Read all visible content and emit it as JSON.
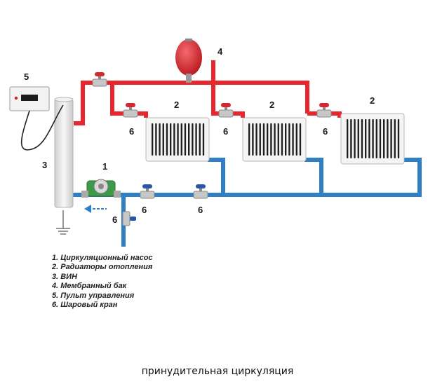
{
  "colors": {
    "hot_pipe": "#e8262d",
    "cold_pipe": "#2f7fc4",
    "tank": "#d42027",
    "valve_red": "#d7262c",
    "valve_blue": "#2856a8",
    "pump_green": "#3d9a48",
    "boiler": "#e6e6e6",
    "radiator": "#f4f4f4"
  },
  "labels": {
    "pump": "1",
    "radiator_1": "2",
    "radiator_2": "2",
    "radiator_3": "2",
    "boiler": "3",
    "tank": "4",
    "control_panel": "5",
    "valve_hot_1": "6",
    "valve_hot_2": "6",
    "valve_hot_3": "6",
    "valve_return_1": "6",
    "valve_return_2": "6",
    "valve_drain": "6"
  },
  "legend": [
    "1. Циркуляционный насос",
    "2. Радиаторы отопления",
    "3. ВИН",
    "4. Мембранный бак",
    "5. Пульт управления",
    "6. Шаровый кран"
  ],
  "caption": "принудительная циркуляция"
}
